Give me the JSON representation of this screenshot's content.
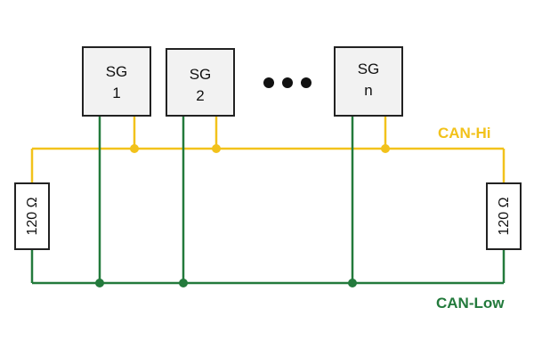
{
  "nodes": [
    {
      "line1": "SG",
      "line2": "1"
    },
    {
      "line1": "SG",
      "line2": "2"
    },
    {
      "line1": "SG",
      "line2": "n"
    }
  ],
  "ellipsis": "•••",
  "buses": {
    "high": {
      "label": "CAN-Hi",
      "color": "#f2c21b"
    },
    "low": {
      "label": "CAN-Low",
      "color": "#237a3c"
    }
  },
  "resistors": [
    {
      "label": "120 Ω"
    },
    {
      "label": "120 Ω"
    }
  ],
  "colors": {
    "box_border": "#222222",
    "box_fill": "#f2f2f2"
  }
}
